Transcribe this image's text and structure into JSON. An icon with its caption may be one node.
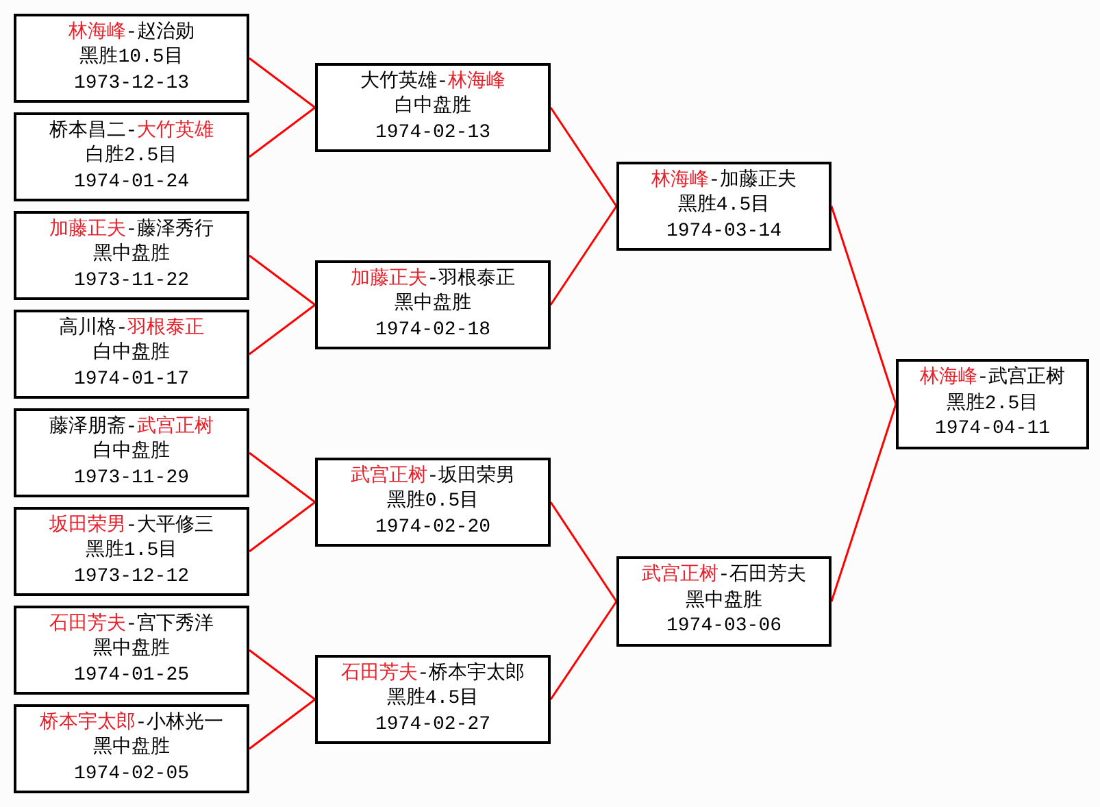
{
  "diagram": {
    "nodes": [
      {
        "text": [
          "**林海峰**-赵治勋",
          "黑胜10.5目",
          "1973-12-13"
        ]
      },
      {
        "text": [
          "桥本昌二-**大竹英雄**",
          "白胜2.5目",
          "1974-01-24"
        ]
      },
      {
        "text": [
          "**加藤正夫**-藤泽秀行",
          "黑中盘胜",
          "1973-11-22"
        ]
      },
      {
        "text": [
          "高川格-**羽根泰正**",
          "白中盘胜",
          "1974-01-17"
        ]
      },
      {
        "text": [
          "藤泽朋斋-**武宫正树**",
          "白中盘胜",
          "1973-11-29"
        ]
      },
      {
        "text": [
          "**坂田荣男**-大平修三",
          "黑胜1.5目",
          "1973-12-12"
        ]
      },
      {
        "text": [
          "**石田芳夫**-宫下秀洋",
          "黑中盘胜",
          "1974-01-25"
        ]
      },
      {
        "text": [
          "**桥本宇太郎**-小林光一",
          "黑中盘胜",
          "1974-02-05"
        ]
      },
      {
        "text": [
          "大竹英雄-**林海峰**",
          "白中盘胜",
          "1974-02-13"
        ]
      },
      {
        "text": [
          "**加藤正夫**-羽根泰正",
          "黑中盘胜",
          "1974-02-18"
        ]
      },
      {
        "text": [
          "**武宫正树**-坂田荣男",
          "黑胜0.5目",
          "1974-02-20"
        ]
      },
      {
        "text": [
          "**石田芳夫**-桥本宇太郎",
          "黑胜4.5目",
          "1974-02-27"
        ]
      },
      {
        "text": [
          "**林海峰**-加藤正夫",
          "黑胜4.5目",
          "1974-03-14"
        ]
      },
      {
        "text": [
          "**武宫正树**-石田芳夫",
          "黑中盘胜",
          "1974-03-06"
        ]
      },
      {
        "text": [
          "**林海峰**-武宫正树",
          "黑胜2.5目",
          "1974-04-11"
        ]
      }
    ],
    "edges": [
      {
        "from": 0,
        "to": 8,
        "arrow": "none"
      },
      {
        "from": 1,
        "to": 8,
        "arrow": "none"
      },
      {
        "from": 2,
        "to": 9,
        "arrow": "none"
      },
      {
        "from": 3,
        "to": 9,
        "arrow": "none"
      },
      {
        "from": 4,
        "to": 10,
        "arrow": "none"
      },
      {
        "from": 5,
        "to": 10,
        "arrow": "none"
      },
      {
        "from": 6,
        "to": 11,
        "arrow": "none"
      },
      {
        "from": 7,
        "to": 11,
        "arrow": "none"
      },
      {
        "from": 8,
        "to": 12,
        "arrow": "none"
      },
      {
        "from": 9,
        "to": 12,
        "arrow": "none"
      },
      {
        "from": 10,
        "to": 13,
        "arrow": "none"
      },
      {
        "from": 11,
        "to": 13,
        "arrow": "none"
      },
      {
        "from": 12,
        "to": 14,
        "arrow": "none"
      },
      {
        "from": 13,
        "to": 14,
        "arrow": "none"
      }
    ]
  }
}
